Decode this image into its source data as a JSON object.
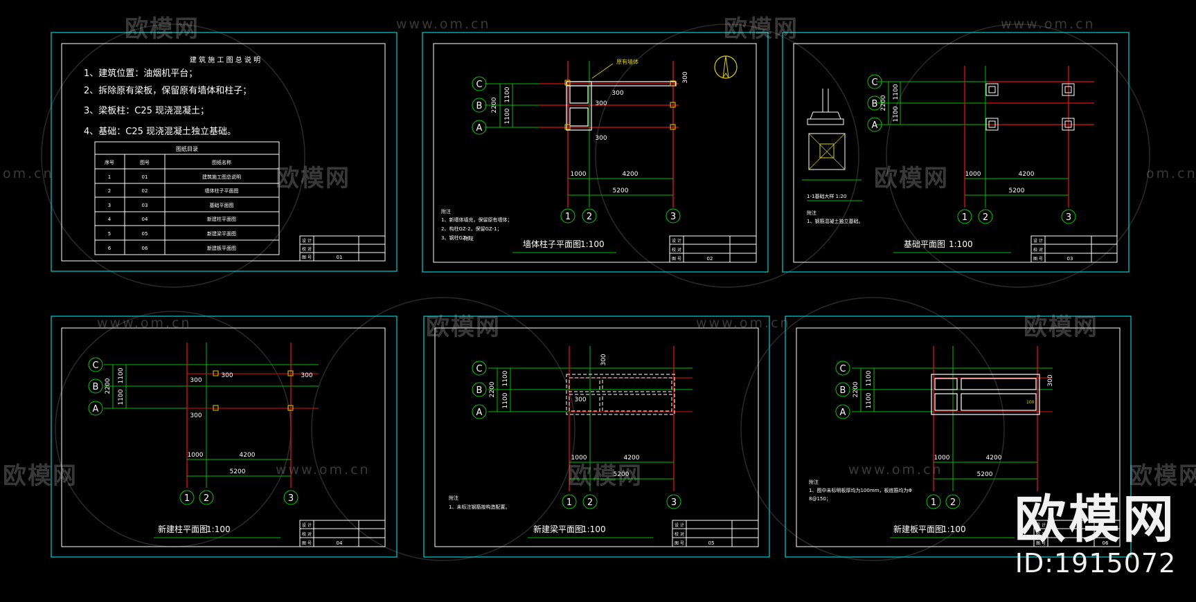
{
  "watermarks": {
    "brand": "欧模网",
    "url": "www.om.cn",
    "url_partial": "om.cn",
    "brand_partial": "欧模网"
  },
  "brand_mark": {
    "name": "欧模网",
    "id": "ID:1915072"
  },
  "colors": {
    "frame": "#00d0d0",
    "inner": "#ffffff",
    "axis_red": "#e01010",
    "dim_green": "#00d000",
    "wall_yellow": "#e0d000",
    "text_white": "#ffffff",
    "accent_yellow": "#e0c000"
  },
  "sheets": {
    "s1": {
      "title": "建 筑 施 工 图 总 说 明",
      "notes": [
        "1、建筑位置：油烟机平台；",
        "2、拆除原有梁板，保留原有墙体和柱子；",
        "3、梁板柱：C25 现浇混凝土；",
        "4、基础：C25 现浇混凝土独立基础。"
      ],
      "table": {
        "caption": "图纸目录",
        "headers": [
          "序号",
          "图号",
          "图纸名称"
        ],
        "rows": [
          [
            "1",
            "01",
            "建筑施工图总说明"
          ],
          [
            "2",
            "02",
            "墙体柱子平面图"
          ],
          [
            "3",
            "03",
            "基础平面图"
          ],
          [
            "4",
            "04",
            "新建柱平面图"
          ],
          [
            "5",
            "05",
            "新建梁平面图"
          ],
          [
            "6",
            "06",
            "新建板平面图"
          ]
        ]
      },
      "tb_rows": [
        "设 计",
        "校 对",
        "图 号"
      ],
      "tb_no": "01"
    },
    "s2": {
      "title": "墙体柱子平面图",
      "scale": "1:100",
      "axes_h": [
        "C",
        "B",
        "A"
      ],
      "axes_v": [
        "1",
        "2",
        "3"
      ],
      "dims_v": [
        "2200",
        "1100",
        "1100"
      ],
      "dims_h": [
        "1000",
        "4200",
        "5200"
      ],
      "dims_300": [
        "300",
        "300",
        "300",
        "300"
      ],
      "callout": "原有墙体",
      "notes": [
        "附注",
        "1、新墙体填充，保留原有墙体；",
        "2、构柱GZ-2，保留GZ-1；",
        "3、钢柱GZ-3。"
      ],
      "tb_rows": [
        "设 计",
        "校 对",
        "图 号"
      ],
      "tb_no": "02"
    },
    "s3": {
      "title": "基础平面图",
      "scale": "1:100",
      "axes_h": [
        "C",
        "B",
        "A"
      ],
      "axes_v": [
        "1",
        "2",
        "3"
      ],
      "dims_v": [
        "2200",
        "1100",
        "1100"
      ],
      "dims_h": [
        "1000",
        "4200",
        "5200"
      ],
      "detail_caption": "1-1基础大样 1:20",
      "notes": [
        "附注",
        "1、钢筋混凝土独立基础。"
      ],
      "tb_rows": [
        "设 计",
        "校 对",
        "图 号"
      ],
      "tb_no": "03"
    },
    "s4": {
      "title": "新建柱平面图",
      "scale": "1:100",
      "axes_h": [
        "C",
        "B",
        "A"
      ],
      "axes_v": [
        "1",
        "2",
        "3"
      ],
      "dims_v": [
        "2200",
        "1100",
        "1100"
      ],
      "dims_h": [
        "1000",
        "4200",
        "5200"
      ],
      "dims_300": [
        "300",
        "300",
        "300",
        "300"
      ],
      "tb_rows": [
        "设 计",
        "校 对",
        "图 号"
      ],
      "tb_no": "04"
    },
    "s5": {
      "title": "新建梁平面图",
      "scale": "1:100",
      "axes_h": [
        "C",
        "B",
        "A"
      ],
      "axes_v": [
        "1",
        "2",
        "3"
      ],
      "dims_v": [
        "2200",
        "1100",
        "1100"
      ],
      "dims_h": [
        "1000",
        "4200",
        "5200"
      ],
      "dims_300": [
        "300",
        "300"
      ],
      "notes": [
        "附注",
        "1、未标注钢筋按构造配置。"
      ],
      "tb_rows": [
        "设 计",
        "校 对",
        "图 号"
      ],
      "tb_no": "05"
    },
    "s6": {
      "title": "新建板平面图",
      "scale": "1:100",
      "axes_h": [
        "C",
        "B",
        "A"
      ],
      "axes_v": [
        "1",
        "2"
      ],
      "dims_v": [
        "2200",
        "1100",
        "1100"
      ],
      "dims_h": [
        "1000",
        "4200",
        "5200"
      ],
      "dims_300": [
        "300"
      ],
      "slab_label": "100",
      "notes": [
        "附注",
        "1、图中未标明板厚均为100mm，板底筋均为Φ",
        "8@150；"
      ],
      "tb_rows": [
        "设 计",
        "校 对",
        "图 号"
      ],
      "tb_no": "06"
    }
  }
}
